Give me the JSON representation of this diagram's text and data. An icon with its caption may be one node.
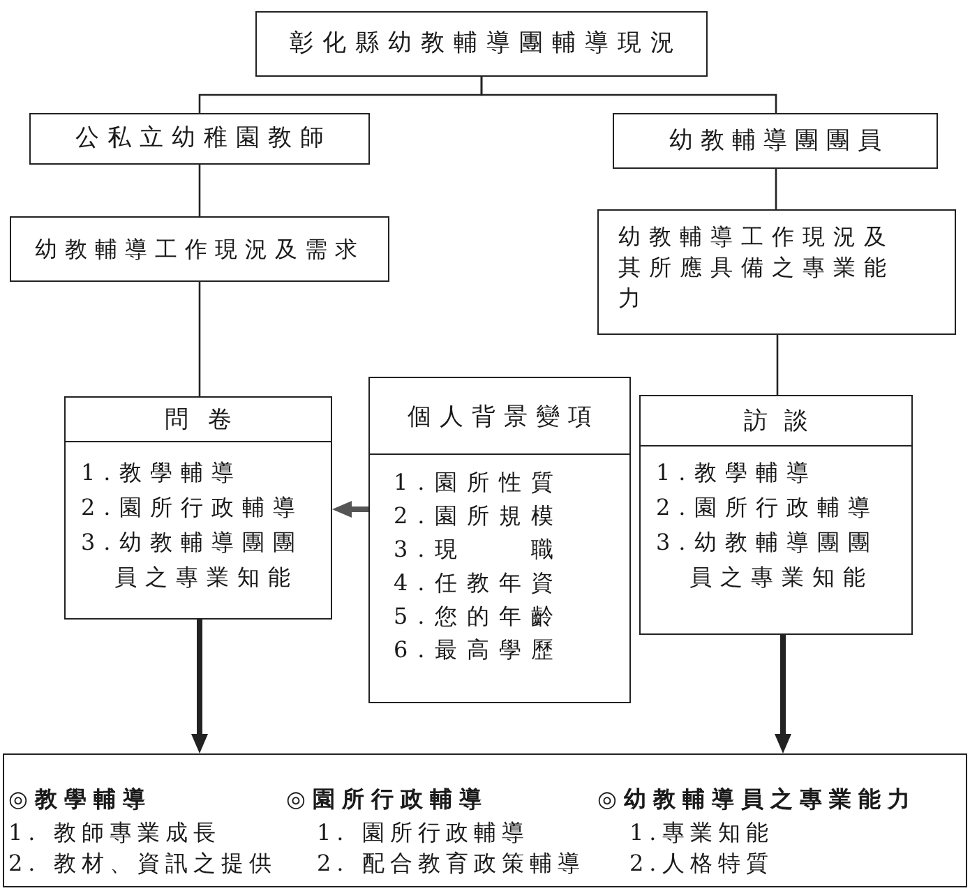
{
  "diagram": {
    "nodes": [
      {
        "text": [
          "彰化縣幼教輔導團輔導現況"
        ]
      },
      {
        "text": [
          "公私立幼稚園教師"
        ]
      },
      {
        "text": [
          "幼教輔導團團員"
        ]
      },
      {
        "text": [
          "幼教輔導工作現況及需求"
        ]
      },
      {
        "text": [
          "幼教輔導工作現況及其所應具備之專業能力"
        ]
      },
      {
        "text": [
          "問卷",
          "1.教學輔導",
          "2.園所行政輔導",
          "3.幼教輔導團團員之專業知能"
        ]
      },
      {
        "text": [
          "個人背景變項",
          "1.園所性質",
          "2.園所規模",
          "3.現　　職",
          "4.任教年資",
          "5.您的年齡",
          "6.最高學歷"
        ]
      },
      {
        "text": [
          "訪談",
          "1.教學輔導",
          "2.園所行政輔導",
          "3.幼教輔導團團員之專業知能"
        ]
      },
      {
        "text": [
          "◎教學輔導",
          "1. 教師專業成長",
          "2. 教材、資訊之提供",
          "◎園所行政輔導",
          "1. 園所行政輔導",
          "2. 配合教育政策輔導",
          "◎幼教輔導員之專業能力",
          "1.專業知能",
          "2.人格特質"
        ]
      }
    ],
    "edges": [
      {
        "from": 0,
        "to": 1,
        "arrow": "none"
      },
      {
        "from": 0,
        "to": 2,
        "arrow": "none"
      },
      {
        "from": 1,
        "to": 3,
        "arrow": "none"
      },
      {
        "from": 2,
        "to": 4,
        "arrow": "none"
      },
      {
        "from": 3,
        "to": 5,
        "arrow": "none"
      },
      {
        "from": 4,
        "to": 7,
        "arrow": "none"
      },
      {
        "from": 6,
        "to": 5,
        "arrow": "to",
        "style": "thick",
        "color": "#555555"
      },
      {
        "from": 5,
        "to": 8,
        "arrow": "to",
        "style": "thick"
      },
      {
        "from": 7,
        "to": 8,
        "arrow": "to",
        "style": "thick"
      }
    ]
  }
}
